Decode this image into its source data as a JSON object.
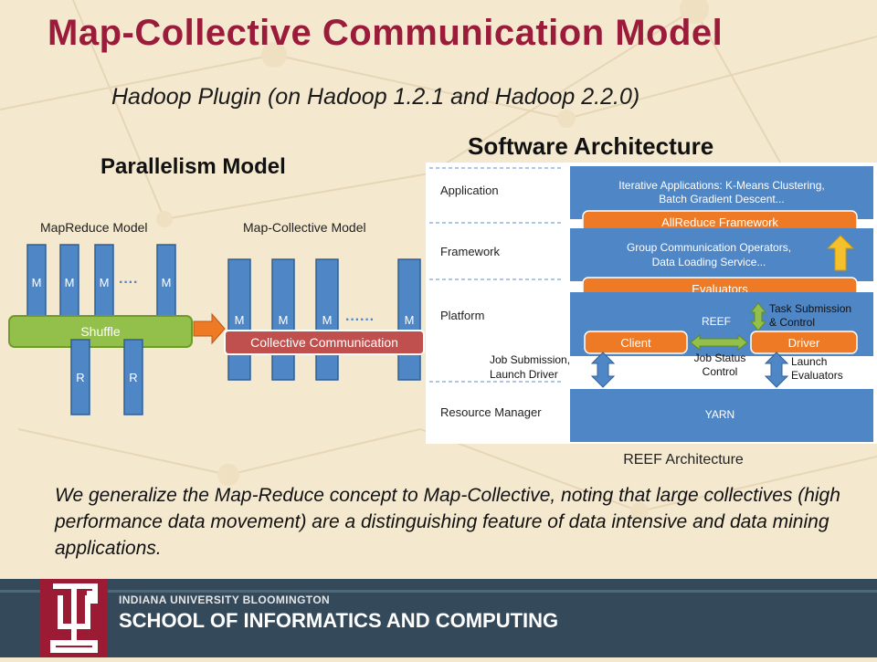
{
  "slide": {
    "title": "Map-Collective Communication Model",
    "subtitle": "Hadoop Plugin (on Hadoop 1.2.1 and Hadoop 2.2.0)",
    "parallelism_heading": "Parallelism Model",
    "software_heading": "Software Architecture",
    "caption": "We generalize the Map-Reduce concept to Map-Collective, noting that large collectives  (high performance data movement) are a distinguishing feature of data intensive and data mining applications."
  },
  "parallelism": {
    "mapreduce": {
      "label": "MapReduce   Model",
      "mappers": [
        "M",
        "M",
        "M",
        "M"
      ],
      "dots": "····",
      "shuffle_label": "Shuffle",
      "reducers": [
        "R",
        "R"
      ]
    },
    "mapcollective": {
      "label": "Map-Collective   Model",
      "mappers": [
        "M",
        "M",
        "M",
        "M"
      ],
      "dots": "······",
      "collective_label": "Collective Communication"
    }
  },
  "architecture": {
    "layers": [
      "Application",
      "Framework",
      "Platform",
      "Resource Manager"
    ],
    "apps_line1": "Iterative Applications: K-Means Clustering,",
    "apps_line2": "Batch Gradient Descent...",
    "allreduce": "AllReduce Framework",
    "group_line1": "Group Communication Operators,",
    "group_line2": "Data Loading Service...",
    "evaluators": "Evaluators",
    "reef": "REEF",
    "client": "Client",
    "driver": "Driver",
    "yarn": "YARN",
    "task_sub_line1": "Task Submission",
    "task_sub_line2": "& Control",
    "job_sub_line1": "Job Submission,",
    "job_sub_line2": "Launch Driver",
    "job_status_line1": "Job Status",
    "job_status_line2": "Control",
    "launch_line1": "Launch",
    "launch_line2": "Evaluators",
    "caption": "REEF Architecture"
  },
  "footer": {
    "university": "INDIANA UNIVERSITY BLOOMINGTON",
    "school": "SCHOOL OF INFORMATICS AND COMPUTING"
  },
  "colors": {
    "title": "#9a1b3a",
    "blue_box": "#4f86c6",
    "orange_box": "#ee7a26",
    "green_box": "#93c04b",
    "red_box": "#c0504d",
    "footer_bg": "#34495a",
    "crimson": "#9b1b34"
  }
}
